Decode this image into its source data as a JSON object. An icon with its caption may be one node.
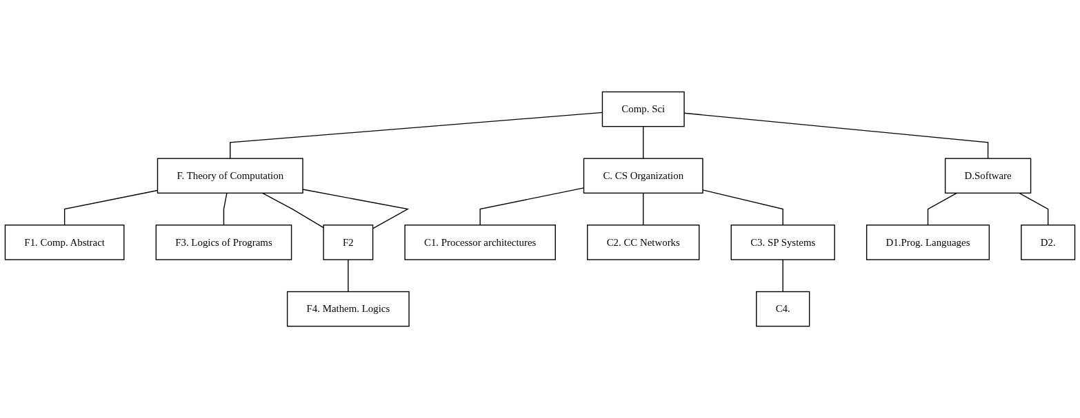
{
  "diagram": {
    "nodes": [
      {
        "text": [
          "Comp. Sci"
        ]
      },
      {
        "text": [
          "F. Theory of Computation"
        ]
      },
      {
        "text": [
          "C. CS Organization"
        ]
      },
      {
        "text": [
          "D.Software"
        ]
      },
      {
        "text": [
          "F1. Comp. Abstract"
        ]
      },
      {
        "text": [
          "F3. Logics of Programs"
        ]
      },
      {
        "text": [
          "F2"
        ]
      },
      {
        "text": [
          "F4. Mathem. Logics"
        ]
      },
      {
        "text": [
          "C1. Processor architectures"
        ]
      },
      {
        "text": [
          "C2. CC Networks"
        ]
      },
      {
        "text": [
          "C3. SP Systems"
        ]
      },
      {
        "text": [
          "C4."
        ]
      },
      {
        "text": [
          "D1.Prog. Languages"
        ]
      },
      {
        "text": [
          "D2."
        ]
      }
    ],
    "edges": [
      {
        "from": 0,
        "to": 1,
        "arrow": "none"
      },
      {
        "from": 0,
        "to": 2,
        "arrow": "none"
      },
      {
        "from": 0,
        "to": 3,
        "arrow": "none"
      },
      {
        "from": 1,
        "to": 4,
        "arrow": "none"
      },
      {
        "from": 1,
        "to": 5,
        "arrow": "none"
      },
      {
        "from": 1,
        "to": 6,
        "arrow": "none"
      },
      {
        "from": 1,
        "to": 6,
        "arrow": "none"
      },
      {
        "from": 6,
        "to": 7,
        "arrow": "none"
      },
      {
        "from": 2,
        "to": 8,
        "arrow": "none"
      },
      {
        "from": 2,
        "to": 9,
        "arrow": "none"
      },
      {
        "from": 2,
        "to": 10,
        "arrow": "none"
      },
      {
        "from": 10,
        "to": 11,
        "arrow": "none"
      },
      {
        "from": 3,
        "to": 12,
        "arrow": "none"
      },
      {
        "from": 3,
        "to": 13,
        "arrow": "none"
      }
    ]
  }
}
